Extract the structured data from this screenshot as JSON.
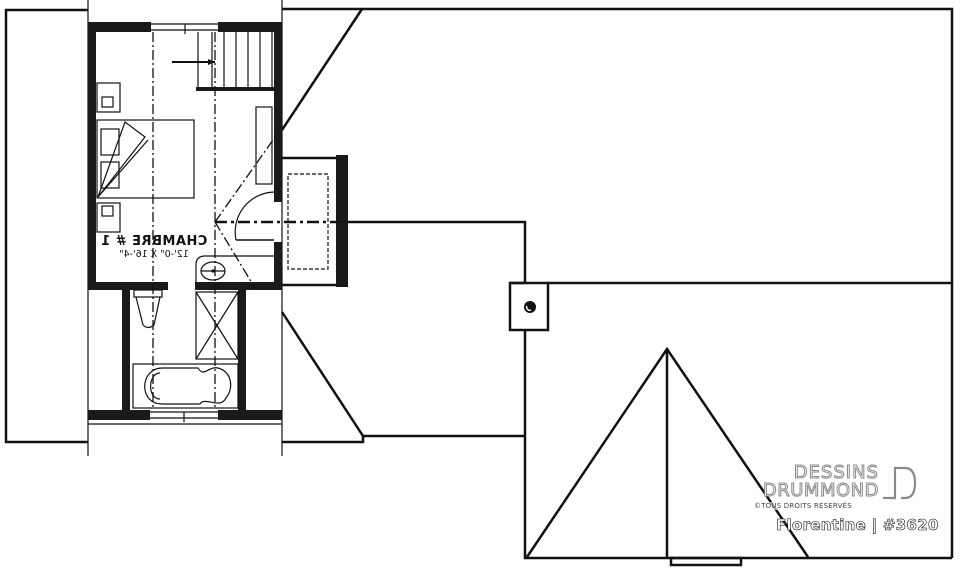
{
  "plan": {
    "type": "floor-plan",
    "level": "upper floor / attic",
    "mirrored": true
  },
  "rooms": [
    {
      "name": "CHAMBRE # 1",
      "dimensions": "12'-0\" X 16'-4\""
    }
  ],
  "fixtures": [
    {
      "name": "bed",
      "icon": "bed-icon"
    },
    {
      "name": "nightstand-top",
      "icon": "nightstand-icon"
    },
    {
      "name": "nightstand-bottom",
      "icon": "nightstand-icon"
    },
    {
      "name": "staircase",
      "icon": "stairs-icon"
    },
    {
      "name": "closet-shelf",
      "icon": "shelf-icon"
    },
    {
      "name": "sink",
      "icon": "sink-icon"
    },
    {
      "name": "toilet",
      "icon": "toilet-icon"
    },
    {
      "name": "shower",
      "icon": "shower-icon"
    },
    {
      "name": "bathtub",
      "icon": "bathtub-icon"
    },
    {
      "name": "chimney-vent",
      "icon": "vent-icon"
    },
    {
      "name": "dormer",
      "icon": "dormer-icon"
    }
  ],
  "branding": {
    "brand_line1": "DESSINS",
    "brand_line2": "DRUMMOND",
    "copyright": "©TOUS DROITS RÉSERVÉS",
    "plan_name": "Florentine | #3620"
  },
  "colors": {
    "line": "#111111",
    "background": "#ffffff",
    "logo_outline": "#8a8a8a"
  }
}
